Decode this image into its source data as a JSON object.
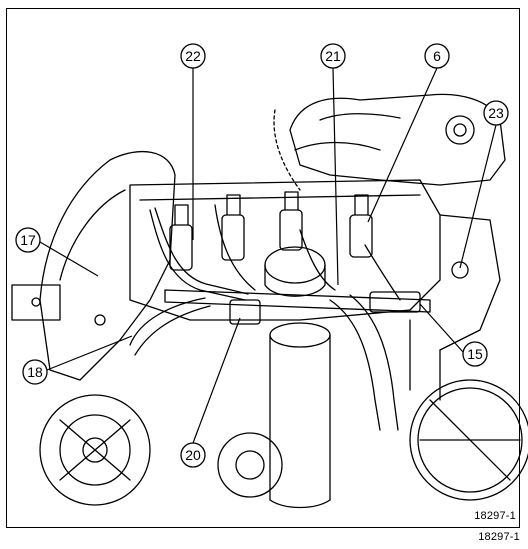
{
  "figure": {
    "callouts": [
      {
        "label": "22"
      },
      {
        "label": "21"
      },
      {
        "label": "6"
      },
      {
        "label": "23"
      },
      {
        "label": "17"
      },
      {
        "label": "18"
      },
      {
        "label": "20"
      },
      {
        "label": "15"
      }
    ],
    "reference_inside": "18297-1",
    "reference_outside": "18297-1"
  },
  "colors": {
    "line": "#000000",
    "background": "#ffffff"
  }
}
